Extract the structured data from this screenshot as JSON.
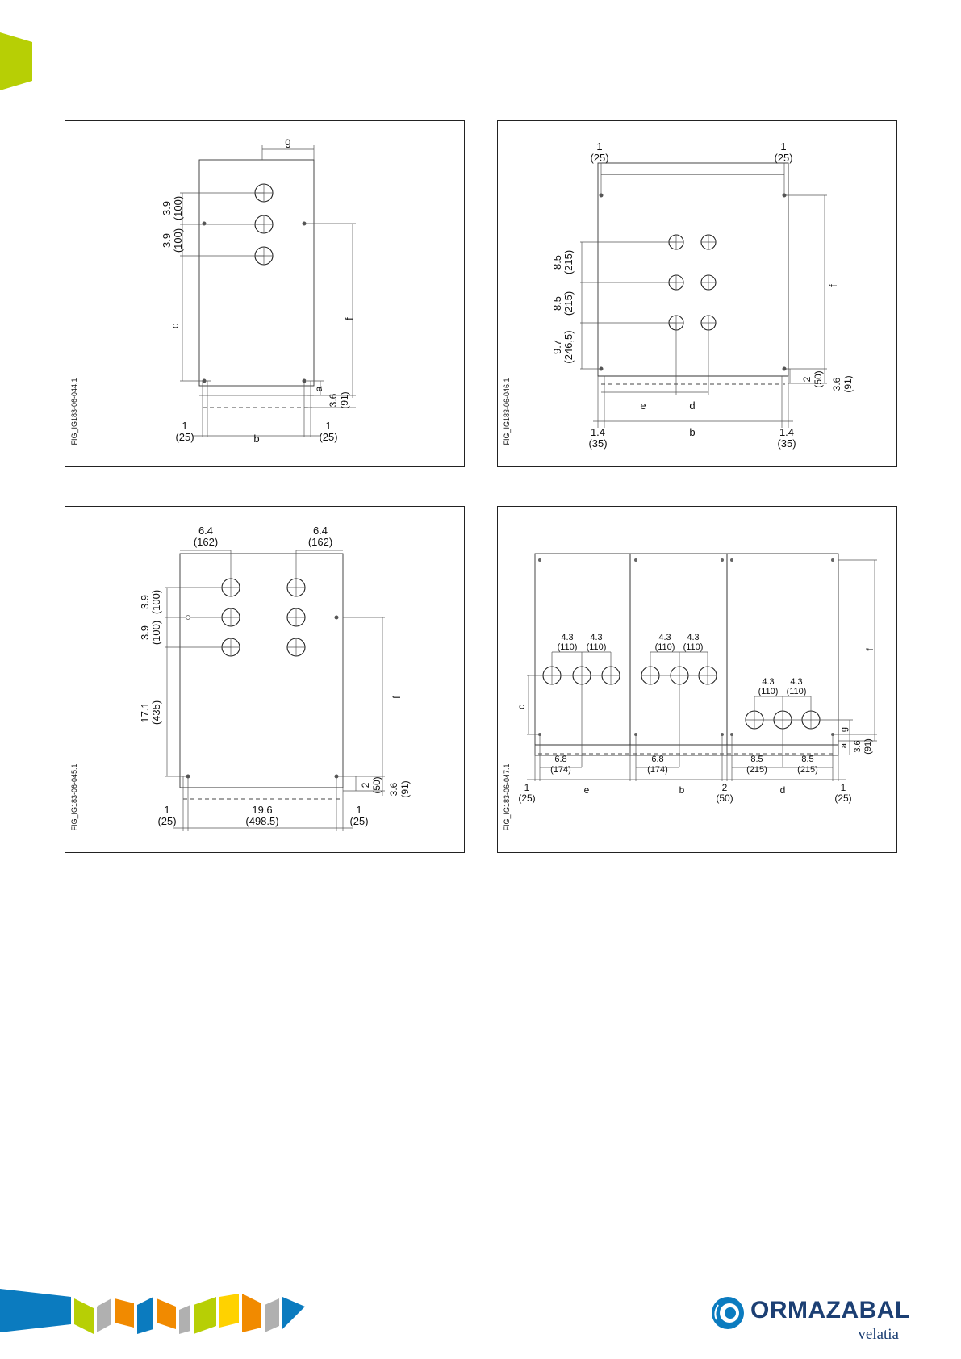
{
  "colors": {
    "accent_green": "#b7cf05",
    "brand_blue": "#1c3f73",
    "band_blue": "#0b7bbf",
    "band_orange": "#f18a00",
    "band_yellow": "#ffd200",
    "band_gray": "#b0b0b0"
  },
  "brand": {
    "name": "ORMAZABAL",
    "sub": "velatia",
    "icon": "ormazabal-swirl-icon"
  },
  "figures": [
    {
      "code": "FIG_IG183-06-044.1",
      "labels": {
        "g": "g",
        "d1a": "3.9",
        "d1b": "(100)",
        "d2a": "3.9",
        "d2b": "(100)",
        "c": "c",
        "f": "f",
        "a": "a",
        "d3a": "3.6",
        "d3b": "(91)",
        "l1a": "1",
        "l1b": "(25)",
        "b": "b",
        "r1a": "1",
        "r1b": "(25)"
      }
    },
    {
      "code": "FIG_IG183-06-046.1",
      "labels": {
        "t1a": "1",
        "t1b": "(25)",
        "t2a": "1",
        "t2b": "(25)",
        "d1a": "8.5",
        "d1b": "(215)",
        "d2a": "8.5",
        "d2b": "(215)",
        "d3a": "9.7",
        "d3b": "(246,5)",
        "f": "f",
        "d4a": "2",
        "d4b": "(50)",
        "d5a": "3.6",
        "d5b": "(91)",
        "e": "e",
        "d": "d",
        "b1a": "1.4",
        "b1b": "(35)",
        "b": "b",
        "b2a": "1.4",
        "b2b": "(35)"
      }
    },
    {
      "code": "FIG_IG183-06-045.1",
      "labels": {
        "t1a": "6.4",
        "t1b": "(162)",
        "t2a": "6.4",
        "t2b": "(162)",
        "d1a": "3.9",
        "d1b": "(100)",
        "d2a": "3.9",
        "d2b": "(100)",
        "d3a": "17.1",
        "d3b": "(435)",
        "f": "f",
        "d4a": "2",
        "d4b": "(50)",
        "d5a": "3.6",
        "d5b": "(91)",
        "l1a": "1",
        "l1b": "(25)",
        "b1a": "19.6",
        "b1b": "(498.5)",
        "r1a": "1",
        "r1b": "(25)"
      }
    },
    {
      "code": "FIG_IG183-06-047.1",
      "labels": {
        "s1a": "4.3",
        "s1b": "(110)",
        "s2a": "4.3",
        "s2b": "(110)",
        "s3a": "4.3",
        "s3b": "(110)",
        "s4a": "4.3",
        "s4b": "(110)",
        "s5a": "4.3",
        "s5b": "(110)",
        "s6a": "4.3",
        "s6b": "(110)",
        "c": "c",
        "f": "f",
        "g": "g",
        "a": "a",
        "r3a": "3.6",
        "r3b": "(91)",
        "m1a": "6.8",
        "m1b": "(174)",
        "m2a": "6.8",
        "m2b": "(174)",
        "m3a": "8.5",
        "m3b": "(215)",
        "m4a": "8.5",
        "m4b": "(215)",
        "l1a": "1",
        "l1b": "(25)",
        "e": "e",
        "b": "b",
        "j1a": "2",
        "j1b": "(50)",
        "d": "d",
        "r1a": "1",
        "r1b": "(25)"
      }
    }
  ]
}
